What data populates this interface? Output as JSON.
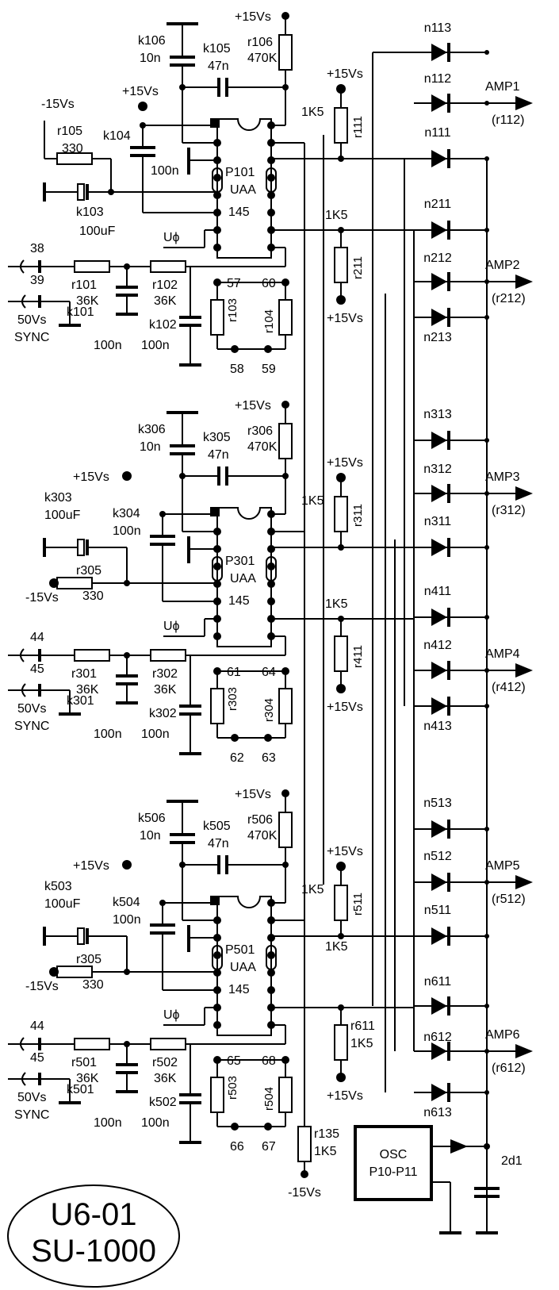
{
  "title_badge": {
    "line1": "U6-01",
    "line2": "SU-1000"
  },
  "supply": {
    "pos": "+15Vs",
    "neg": "-15Vs"
  },
  "sync": {
    "supply": "50Vs",
    "label": "SYNC",
    "control": "Uϕ"
  },
  "channels": [
    {
      "ic": {
        "ref": "P101",
        "part1": "UAA",
        "part2": "145"
      },
      "caps": {
        "k106": [
          "k106",
          "10n"
        ],
        "k105": [
          "k105",
          "47n"
        ],
        "k104": [
          "k104",
          "100n"
        ],
        "k103": [
          "k103",
          "100uF"
        ],
        "k101": [
          "k101",
          "100n"
        ],
        "k102": [
          "k102",
          "100n"
        ]
      },
      "res": {
        "r106": [
          "r106",
          "470K"
        ],
        "r105": [
          "r105",
          "330"
        ],
        "r101": [
          "r101",
          "36K"
        ],
        "r102": [
          "r102",
          "36K"
        ],
        "r103": "r103",
        "r104": "r104",
        "r111": "r111",
        "r211": "r211"
      },
      "pins": [
        "38",
        "39",
        "57",
        "60",
        "58",
        "59"
      ],
      "kv": [
        "1K5",
        "1K5"
      ]
    },
    {
      "ic": {
        "ref": "P301",
        "part1": "UAA",
        "part2": "145"
      },
      "caps": {
        "k306": [
          "k306",
          "10n"
        ],
        "k305": [
          "k305",
          "47n"
        ],
        "k304": [
          "k304",
          "100n"
        ],
        "k303": [
          "k303",
          "100uF"
        ],
        "k301": [
          "k301",
          "100n"
        ],
        "k302": [
          "k302",
          "100n"
        ]
      },
      "res": {
        "r306": [
          "r306",
          "470K"
        ],
        "r305": [
          "r305",
          "330"
        ],
        "r301": [
          "r301",
          "36K"
        ],
        "r302": [
          "r302",
          "36K"
        ],
        "r303": "r303",
        "r304": "r304",
        "r311": "r311",
        "r411": "r411"
      },
      "pins": [
        "44",
        "45",
        "61",
        "64",
        "62",
        "63"
      ],
      "kv": [
        "1K5",
        "1K5"
      ]
    },
    {
      "ic": {
        "ref": "P501",
        "part1": "UAA",
        "part2": "145"
      },
      "caps": {
        "k506": [
          "k506",
          "10n"
        ],
        "k505": [
          "k505",
          "47n"
        ],
        "k504": [
          "k504",
          "100n"
        ],
        "k503": [
          "k503",
          "100uF"
        ],
        "k501": [
          "k501",
          "100n"
        ],
        "k502": [
          "k502",
          "100n"
        ]
      },
      "res": {
        "r506": [
          "r506",
          "470K"
        ],
        "r305": [
          "r305",
          "330"
        ],
        "r501": [
          "r501",
          "36K"
        ],
        "r502": [
          "r502",
          "36K"
        ],
        "r503": "r503",
        "r504": "r504",
        "r511": "r511",
        "r611": [
          "r611",
          "1K5"
        ],
        "r135": [
          "r135",
          "1K5"
        ]
      },
      "pins": [
        "44",
        "45",
        "65",
        "68",
        "66",
        "67"
      ],
      "kv": [
        "1K5"
      ]
    }
  ],
  "diodes": [
    "n113",
    "n112",
    "n111",
    "n211",
    "n212",
    "n213",
    "n313",
    "n312",
    "n311",
    "n411",
    "n412",
    "n413",
    "n513",
    "n512",
    "n511",
    "n611",
    "n612",
    "n613"
  ],
  "amps": [
    {
      "name": "AMP1",
      "ref": "(r112)"
    },
    {
      "name": "AMP2",
      "ref": "(r212)"
    },
    {
      "name": "AMP3",
      "ref": "(r312)"
    },
    {
      "name": "AMP4",
      "ref": "(r412)"
    },
    {
      "name": "AMP5",
      "ref": "(r512)"
    },
    {
      "name": "AMP6",
      "ref": "(r612)"
    }
  ],
  "osc": {
    "line1": "OSC",
    "line2": "P10-P11"
  },
  "cap_2d1": "2d1"
}
